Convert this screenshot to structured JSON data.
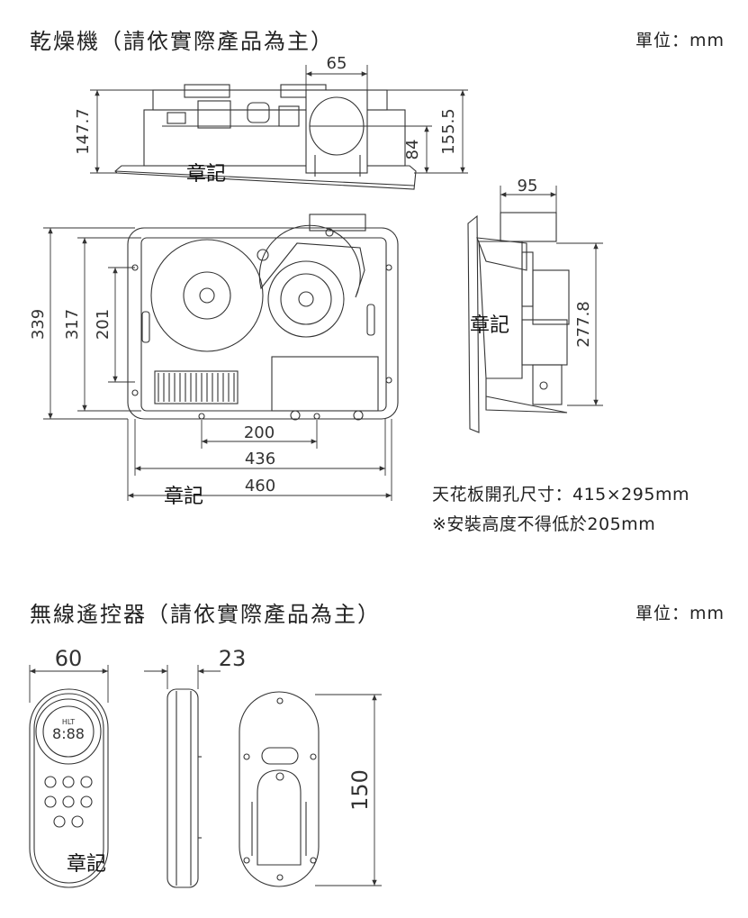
{
  "dryer": {
    "title": "乾燥機（請依實際產品為主）",
    "unit": "單位：mm",
    "dims": {
      "top_width": "65",
      "height_total": "147.7",
      "height_right": "155.5",
      "duct_height": "84",
      "side_top": "95",
      "side_height": "277.8",
      "h339": "339",
      "h317": "317",
      "h201": "201",
      "w200": "200",
      "w436": "436",
      "w460": "460"
    },
    "stamp": "章記",
    "notes": {
      "cutout": "天花板開孔尺寸：415×295mm",
      "install": "※安裝高度不得低於205mm"
    }
  },
  "remote": {
    "title": "無線遙控器（請依實際產品為主）",
    "unit": "單位：mm",
    "dims": {
      "width": "60",
      "depth": "23",
      "height": "150"
    },
    "stamp": "章記",
    "display": "8:88",
    "display_top": "HLT"
  }
}
